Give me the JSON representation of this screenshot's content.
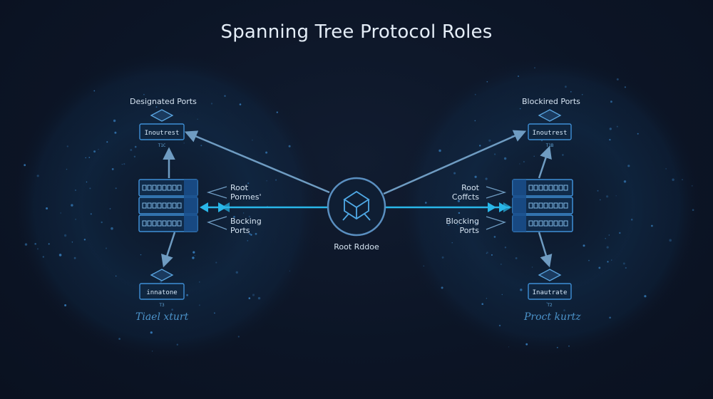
{
  "title": "Spanning Tree Protocol Roles",
  "center": {
    "label": "Root Rddoe"
  },
  "left": {
    "heading": "Designated Ports",
    "top_switch_label": "Inoutrest",
    "top_switch_tag": "T1C",
    "side_labels": [
      {
        "line1": "Root",
        "line2": "Pormes'"
      },
      {
        "line1": "Bocking",
        "line2": "Ports"
      }
    ],
    "bottom_switch_label": "innatone",
    "bottom_switch_tag": "T3",
    "caption": "Tiael xturt"
  },
  "right": {
    "heading": "Blockired Ports",
    "top_switch_label": "Inoutrest",
    "top_switch_tag": "T1B",
    "side_labels": [
      {
        "line1": "Root",
        "line2": "Coffcts"
      },
      {
        "line1": "Blocking",
        "line2": "Ports"
      }
    ],
    "bottom_switch_label": "Inautrate",
    "bottom_switch_tag": "T2",
    "caption": "Proct kurtz"
  },
  "colors": {
    "accent": "#29b6e8",
    "link": "#6f9cc2",
    "box_stroke": "#3f8fd6",
    "background": "#0c1424"
  }
}
